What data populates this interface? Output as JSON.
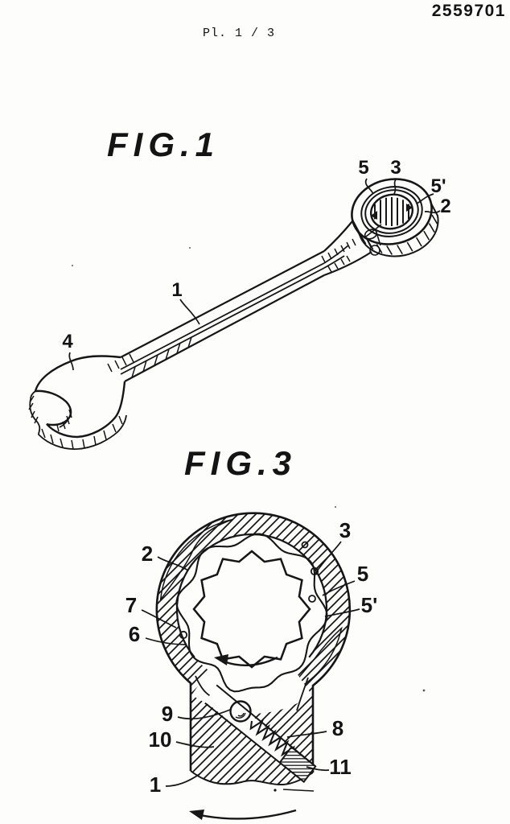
{
  "page": {
    "patent_number": "2559701",
    "plate_label": "Pl. 1 / 3"
  },
  "fig1": {
    "title": "FIG.1",
    "ref_labels": {
      "n1": "1",
      "n2": "2",
      "n3": "3",
      "n4": "4",
      "n5": "5",
      "n5p": "5'"
    }
  },
  "fig3": {
    "title": "FIG.3",
    "ref_labels": {
      "n1": "1",
      "n2": "2",
      "n3": "3",
      "n5": "5",
      "n5p": "5'",
      "n6": "6",
      "n7": "7",
      "n8": "8",
      "n9": "9",
      "n10": "10",
      "n11": "11"
    }
  }
}
